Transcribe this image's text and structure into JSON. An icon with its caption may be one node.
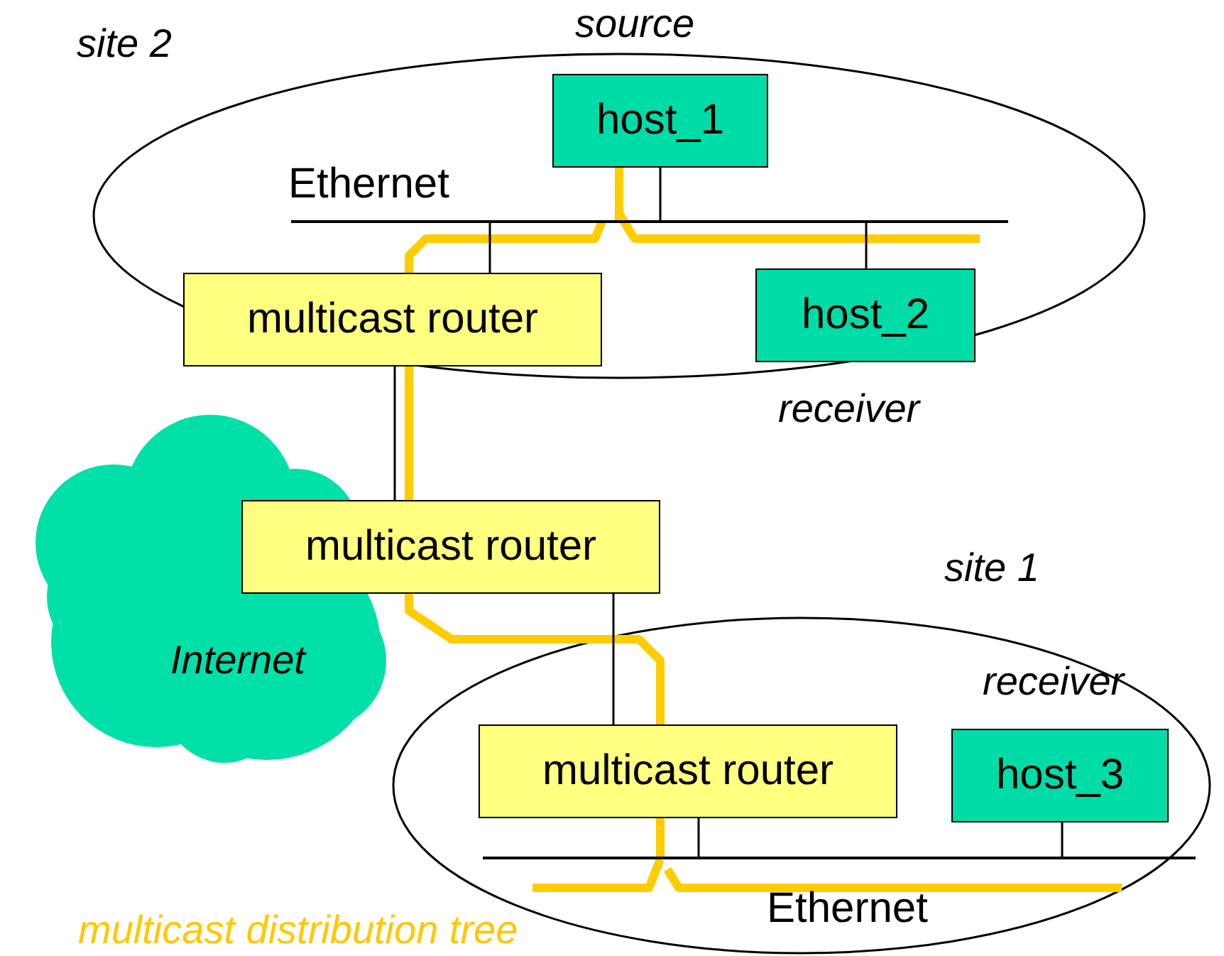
{
  "diagram": {
    "nodes": [
      {
        "text": [
          "site 2"
        ]
      },
      {
        "text": [
          "host_1"
        ],
        "in": 0,
        "beside": [
          "source"
        ]
      },
      {
        "text": [
          "Ethernet"
        ],
        "in": 0
      },
      {
        "text": [
          "multicast router"
        ],
        "in": 0
      },
      {
        "text": [
          "host_2"
        ],
        "in": 0,
        "beside": [
          "receiver"
        ]
      },
      {
        "text": [
          "Internet"
        ]
      },
      {
        "text": [
          "multicast router"
        ]
      },
      {
        "text": [
          "site 1"
        ]
      },
      {
        "text": [
          "multicast router"
        ],
        "in": 7
      },
      {
        "text": [
          "host_3"
        ],
        "in": 7,
        "beside": [
          "receiver"
        ]
      },
      {
        "text": [
          "Ethernet"
        ],
        "in": 7
      }
    ],
    "edges": [
      {
        "from": 1,
        "to": 2,
        "arrow": "none"
      },
      {
        "from": 3,
        "to": 2,
        "arrow": "none"
      },
      {
        "from": 4,
        "to": 2,
        "arrow": "none"
      },
      {
        "from": 3,
        "to": 6,
        "arrow": "none"
      },
      {
        "from": 6,
        "to": 8,
        "arrow": "none"
      },
      {
        "from": 8,
        "to": 10,
        "arrow": "none"
      },
      {
        "from": 9,
        "to": 10,
        "arrow": "none"
      },
      {
        "from": 1,
        "to": 2,
        "arrow": "none",
        "style": "thick",
        "color": "#ffcc00"
      },
      {
        "from": 2,
        "to": 3,
        "arrow": "none",
        "style": "thick",
        "color": "#ffcc00"
      },
      {
        "from": 3,
        "to": 6,
        "arrow": "none",
        "style": "thick",
        "color": "#ffcc00"
      },
      {
        "from": 6,
        "to": 8,
        "arrow": "none",
        "style": "thick",
        "color": "#ffcc00"
      },
      {
        "from": 8,
        "to": 10,
        "arrow": "none",
        "style": "thick",
        "color": "#ffcc00"
      }
    ],
    "labels": [
      "multicast distribution tree"
    ]
  }
}
